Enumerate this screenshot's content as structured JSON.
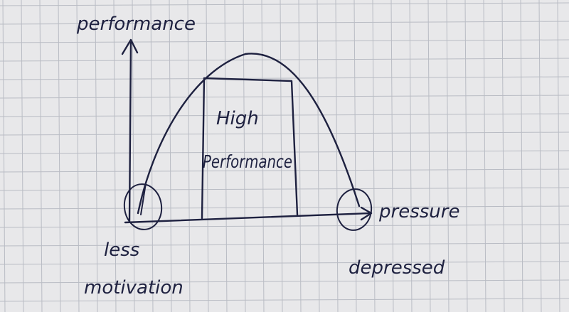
{
  "diagram": {
    "y_axis_label": "performance",
    "x_axis_label": "pressure",
    "box_line1": "High",
    "box_line2": "Performance",
    "left_end_line1": "less",
    "left_end_line2": "motivation",
    "right_end_label": "depressed"
  },
  "colors": {
    "ink": "#1e2140",
    "paper": "#e8e8ea",
    "grid": "#b9bcc4"
  }
}
